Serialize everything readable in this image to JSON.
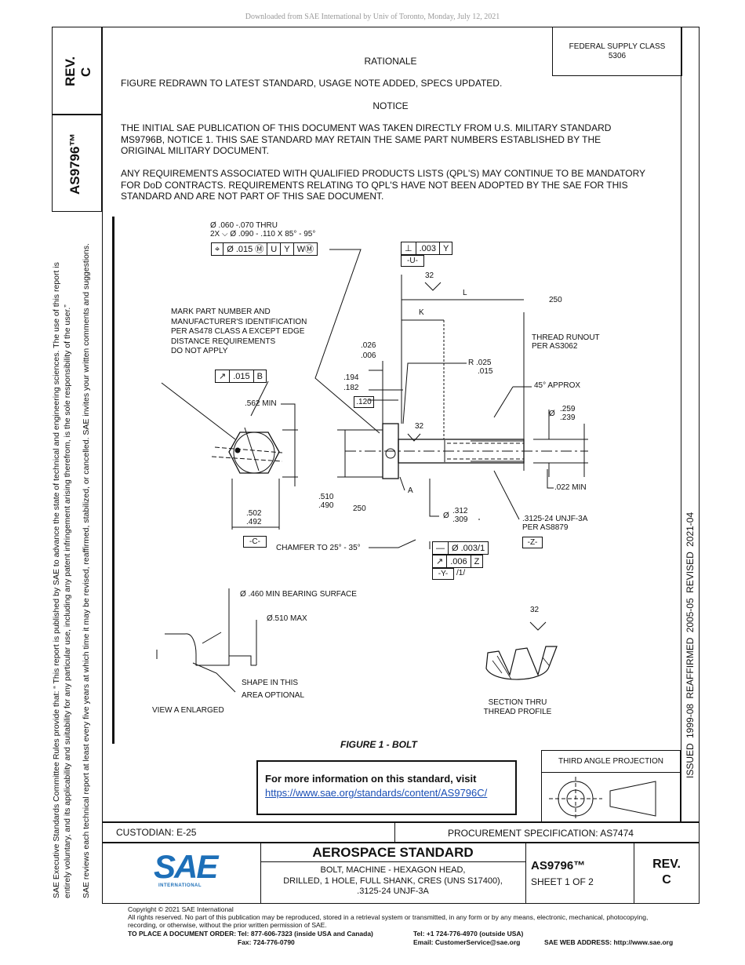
{
  "download_banner": "Downloaded from SAE International by Univ of Toronto, Monday, July 12, 2021",
  "left_margin": {
    "line1": "SAE Executive Standards Committee Rules provide that: “ This report is published by SAE to advance the state of technical and engineering sciences. The use of this report is",
    "line2": "entirely voluntary, and its applicability and suitability for any particular use, including any patent infringement arising therefrom, is the sole responsibility of the user.”",
    "line3": "SAE reviews each technical report at least every five years at which time it may be revised, reaffirmed, stabilized, or cancelled. SAE invites your written comments and suggestions."
  },
  "rev_box": {
    "label": "REV.",
    "value": "C"
  },
  "doc_box": {
    "number": "AS9796™"
  },
  "supply_class": {
    "line1": "FEDERAL SUPPLY CLASS",
    "line2": "5306"
  },
  "right_strip": {
    "text": "ISSUED 1999-08    REAFFIRMED 2005-05    REVISED 2021-04"
  },
  "rationale": {
    "heading": "RATIONALE",
    "text": "FIGURE REDRAWN TO LATEST STANDARD, USAGE NOTE ADDED, SPECS UPDATED."
  },
  "notice": {
    "heading": "NOTICE",
    "p1": "THE INITIAL SAE PUBLICATION OF THIS DOCUMENT WAS TAKEN DIRECTLY FROM U.S. MILITARY STANDARD MS9796B, NOTICE 1. THIS SAE STANDARD MAY RETAIN THE SAME PART NUMBERS ESTABLISHED BY THE ORIGINAL MILITARY DOCUMENT.",
    "p2": "ANY REQUIREMENTS ASSOCIATED WITH QUALIFIED PRODUCTS LISTS (QPL'S) MAY CONTINUE TO BE MANDATORY FOR DoD CONTRACTS. REQUIREMENTS RELATING TO QPL'S HAVE NOT BEEN ADOPTED BY THE SAE FOR THIS STANDARD AND ARE NOT PART OF THIS SAE DOCUMENT."
  },
  "drawing": {
    "hole_line1": "Ø .060 -.070 THRU",
    "hole_line2": "2X ⌵ Ø .090 - .110 X 85° - 95°",
    "fcf1": [
      "⌖",
      "Ø .015 Ⓜ",
      "U",
      "Y",
      "WⓂ"
    ],
    "fcf_perp": [
      "⊥",
      ".003",
      "Y"
    ],
    "datum_u": "-U-",
    "mark_note": [
      "MARK PART NUMBER AND",
      "MANUFACTURER'S IDENTIFICATION",
      "PER AS478 CLASS A EXCEPT EDGE",
      "DISTANCE REQUIREMENTS",
      "DO NOT APPLY"
    ],
    "fcf_runout": [
      "↗",
      ".015",
      "B"
    ],
    "hex_min": ".562 MIN",
    "hex_width": [
      ".502",
      ".492"
    ],
    "datum_c": "-C-",
    "head_height": [
      ".026",
      ".006"
    ],
    "hole_loc": [
      ".194",
      ".182"
    ],
    "basic_120": ".120",
    "surf_32a": "32",
    "surf_32b": "32",
    "surf_32c": "32",
    "surf_250a": "250",
    "surf_250b": "250",
    "dim_L": "L",
    "dim_K": "K",
    "thread_runout": [
      "THREAD RUNOUT",
      "PER AS3062"
    ],
    "radius": [
      "R .025",
      ".015"
    ],
    "angle_45": "45° APPROX",
    "shank_dia": [
      "Ø",
      ".259",
      ".239"
    ],
    "min_022": ".022 MIN",
    "thread_note": [
      ".3125-24 UNJF-3A",
      "PER AS8879"
    ],
    "datum_z": "-Z-",
    "label_a": "A",
    "across_corners": [
      ".510",
      ".490"
    ],
    "chamfer": "CHAMFER TO 25° - 35°",
    "body_dia": [
      "Ø",
      ".312",
      ".309"
    ],
    "fcf_flat": [
      "—",
      "Ø .003/1"
    ],
    "fcf_run2": [
      "↗",
      ".006",
      "Z"
    ],
    "datum_y": "-Y-",
    "datum_y_extra": "/1/",
    "bearing": "Ø .460 MIN BEARING SURFACE",
    "max_510": "Ø.510 MAX",
    "shape_note": [
      "SHAPE IN THIS",
      "AREA OPTIONAL"
    ],
    "view_a": "VIEW A ENLARGED",
    "section": [
      "SECTION THRU",
      "THREAD PROFILE"
    ],
    "caption": "FIGURE 1 - BOLT"
  },
  "info_box": {
    "title": "For more information on this standard, visit",
    "link": "https://www.sae.org/standards/content/AS9796C/"
  },
  "projection": {
    "label": "THIRD ANGLE PROJECTION"
  },
  "title_block": {
    "custodian": "CUSTODIAN: E-25",
    "procurement": "PROCUREMENT SPECIFICATION: AS7474",
    "std_title": "AEROSPACE STANDARD",
    "desc1": "BOLT, MACHINE - HEXAGON HEAD,",
    "desc2": "DRILLED, 1 HOLE, FULL SHANK, CRES (UNS S17400),",
    "desc3": ".3125-24 UNJF-3A",
    "number": "AS9796™",
    "sheet": "SHEET 1 OF 2",
    "rev_label": "REV.",
    "rev": "C",
    "logo": "SAE",
    "logo_sub": "INTERNATIONAL"
  },
  "footer": {
    "copyright": "Copyright © 2021 SAE International",
    "rights1": "All rights reserved. No part of this publication may be reproduced, stored in a retrieval system or transmitted, in any form or by any means, electronic, mechanical, photocopying,",
    "rights2": "recording, or otherwise, without the prior written permission of SAE.",
    "order_label": "TO PLACE A DOCUMENT ORDER:",
    "tel_us": "Tel: 877-606-7323 (inside USA and Canada)",
    "fax": "Fax: 724-776-0790",
    "tel_out": "Tel: +1 724-776-4970 (outside USA)",
    "email": "Email: CustomerService@sae.org",
    "web": "SAE WEB ADDRESS: http://www.sae.org"
  }
}
